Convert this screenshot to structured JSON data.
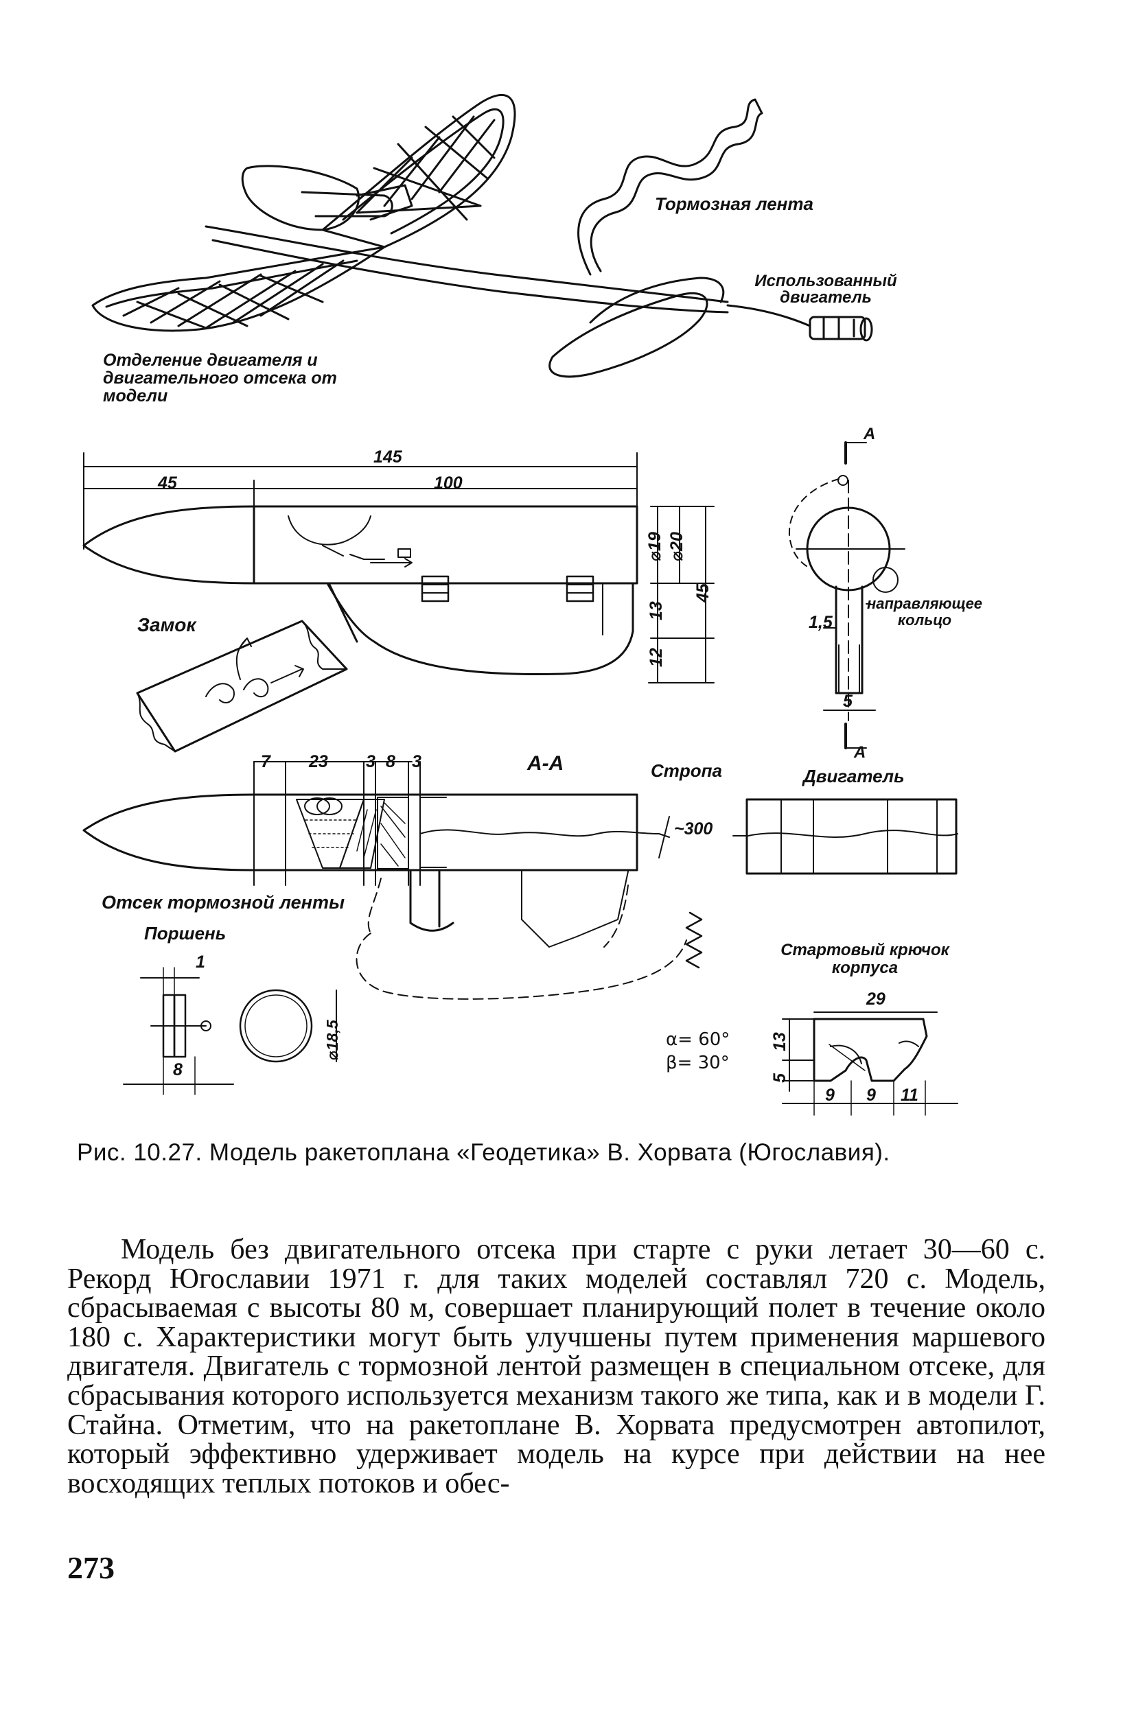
{
  "figure": {
    "labels": {
      "brake_tape": "Тормозная лента",
      "used_engine": "Использованный двигатель",
      "separation": "Отделение двигателя и двигательного отсека от модели",
      "lock": "Замок",
      "guide_ring": "направляющее кольцо",
      "section": "А-А",
      "sling": "Стропа",
      "engine": "Двигатель",
      "brake_compartment": "Отсек тормозной ленты",
      "piston": "Поршень",
      "start_hook": "Стартовый крючок корпуса",
      "alpha": "α= 60°",
      "beta": "β= 30°",
      "section_mark": "А"
    },
    "dimensions": {
      "total_length": "145",
      "nose_length": "45",
      "body_length": "100",
      "d19": "⌀19",
      "d20": "⌀20",
      "h45": "45",
      "h13": "13",
      "h12": "12",
      "w15": "1,5",
      "w5": "5",
      "s7": "7",
      "s23": "23",
      "s3a": "3",
      "s8": "8",
      "s3b": "3",
      "sling_len": "~300",
      "piston_1": "1",
      "piston_8": "8",
      "piston_d": "⌀18,5",
      "hook_29": "29",
      "hook_13": "13",
      "hook_5": "5",
      "hook_9a": "9",
      "hook_9b": "9",
      "hook_11": "11"
    }
  },
  "caption": "Рис. 10.27. Модель ракетоплана «Геодетика» В. Хорвата (Югославия).",
  "body_text": "Модель без двигательного отсека при старте с руки летает 30—60 с. Рекорд Югославии 1971 г. для таких моделей составлял 720 с. Модель, сбрасываемая с высоты 80 м, совершает планирующий полет в течение около 180 с. Характеристики могут быть улучшены путем применения маршевого двигателя. Двигатель с тормозной лентой размещен в специальном отсеке, для сбрасывания которого используется механизм такого же типа, как и в модели Г. Стайна. Отметим, что на ракетоплане В. Хорвата предусмотрен автопилот, который эффективно удерживает модель на курсе при действии на нее восходящих теплых потоков и обес-",
  "page_number": "273"
}
